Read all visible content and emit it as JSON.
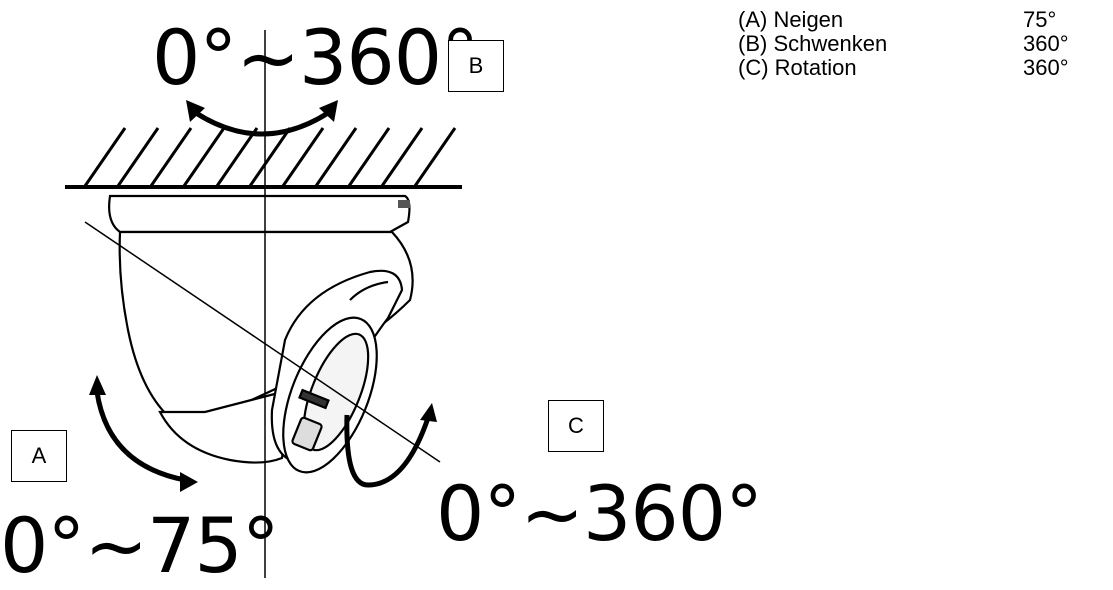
{
  "labels": {
    "pan_range": "0°~360°",
    "tilt_range": "0°~75°",
    "rotation_range": "0°~360°",
    "box_a": "A",
    "box_b": "B",
    "box_c": "C"
  },
  "specs": [
    {
      "name": "(A) Neigen",
      "value": "75°"
    },
    {
      "name": "(B) Schwenken",
      "value": "360°"
    },
    {
      "name": "(C) Rotation",
      "value": "360°"
    }
  ]
}
